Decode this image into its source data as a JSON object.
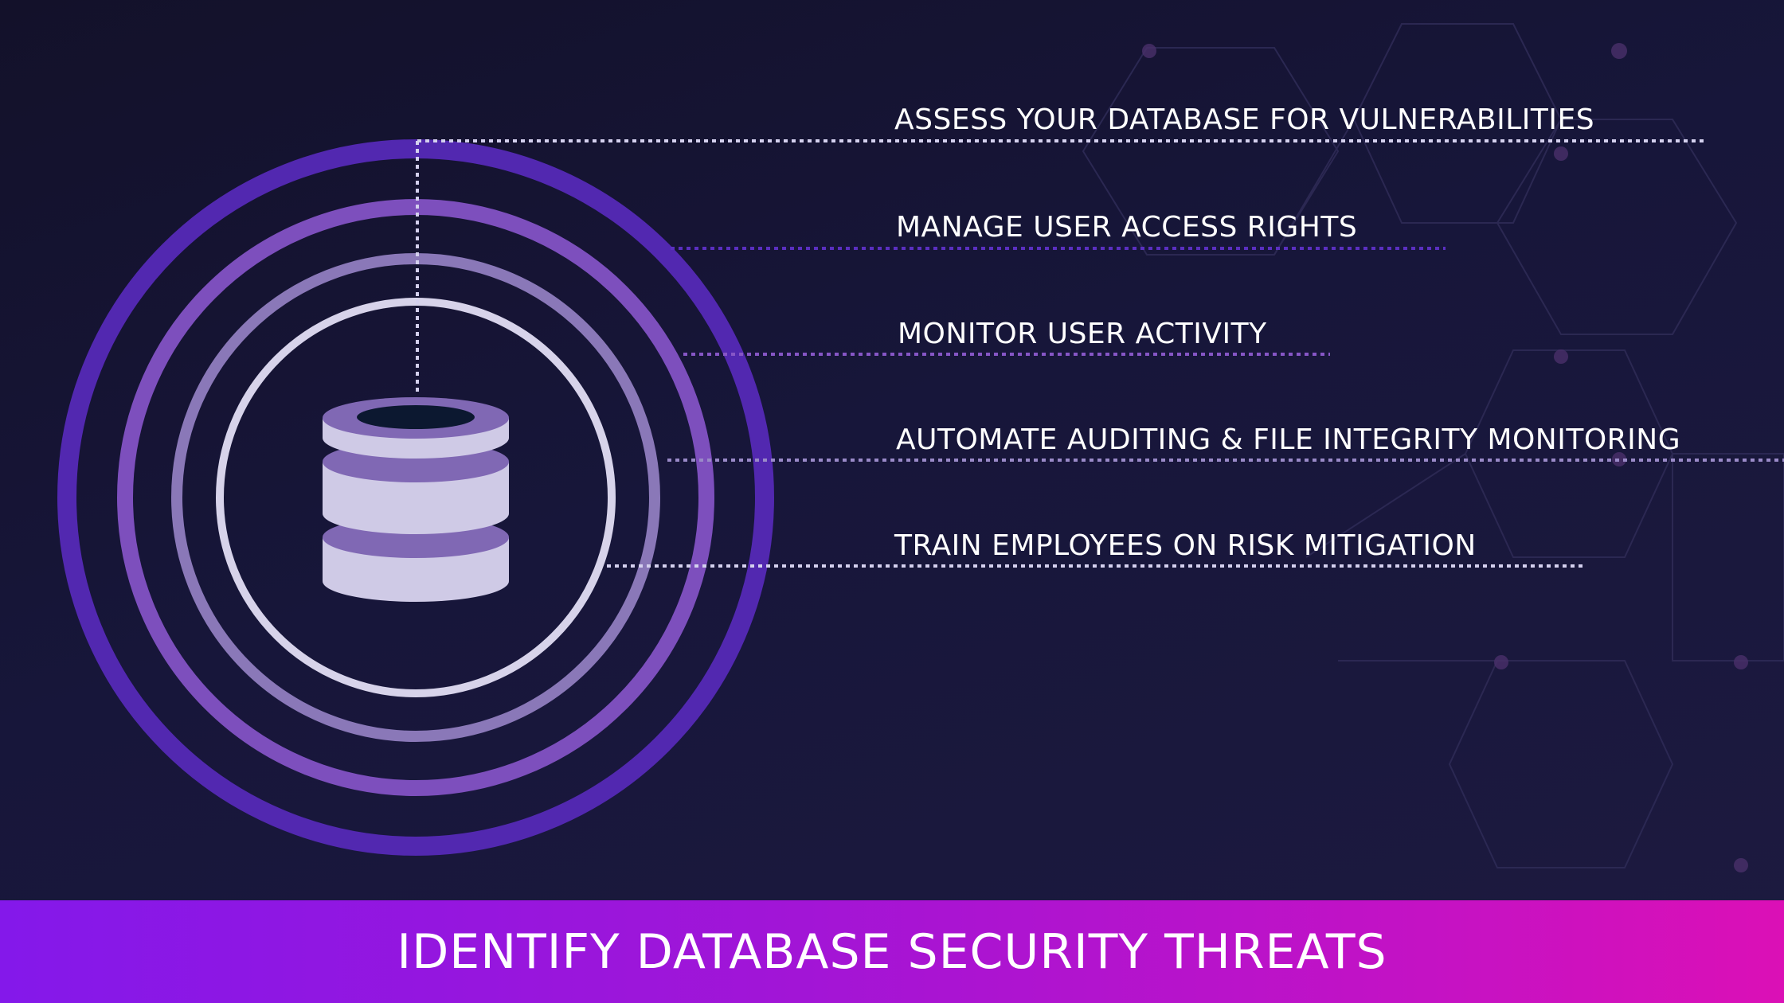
{
  "infographic": {
    "footer_title": "IDENTIFY DATABASE SECURITY THREATS",
    "center_icon": "database-icon",
    "items": [
      {
        "label": "ASSESS YOUR DATABASE FOR VULNERABILITIES",
        "line_color": "#d4d0ee"
      },
      {
        "label": "MANAGE USER ACCESS RIGHTS",
        "line_color": "#5a2fc0"
      },
      {
        "label": "MONITOR USER ACTIVITY",
        "line_color": "#8656c6"
      },
      {
        "label": "AUTOMATE AUDITING & FILE INTEGRITY MONITORING",
        "line_color": "#9a8ac8"
      },
      {
        "label": "TRAIN EMPLOYEES ON RISK MITIGATION",
        "line_color": "#d4d0ee"
      }
    ]
  },
  "colors": {
    "background": "#17163a",
    "ring_outer": "#5228b0",
    "ring_2": "#7d4fbd",
    "ring_3": "#8a78b8",
    "ring_inner": "#d7d3ea",
    "database_body": "#cfcae6",
    "database_band": "#8068b4",
    "database_hole": "#0c1830",
    "footer_gradient_start": "#8418ea",
    "footer_gradient_end": "#db10b6"
  }
}
